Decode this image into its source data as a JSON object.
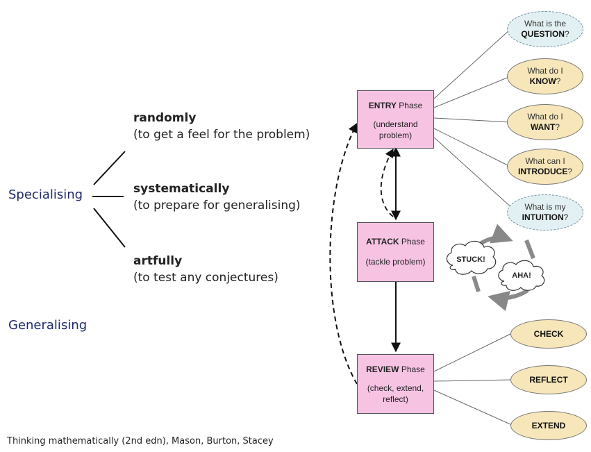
{
  "left": {
    "specialising": "Specialising",
    "generalising": "Generalising",
    "options": [
      {
        "title": "randomly",
        "sub": "(to get a feel for the problem)"
      },
      {
        "title": "systematically",
        "sub": "(to prepare for generalising)"
      },
      {
        "title": "artfully",
        "sub": "(to test any conjectures)"
      }
    ]
  },
  "phases": {
    "entry": {
      "bold": "ENTRY",
      "rest": " Phase",
      "sub1": "(understand",
      "sub2": "problem)"
    },
    "attack": {
      "bold": "ATTACK",
      "rest": " Phase",
      "sub1": "(tackle problem)"
    },
    "review": {
      "bold": "REVIEW",
      "rest": " Phase",
      "sub1": "(check, extend,",
      "sub2": "reflect)"
    }
  },
  "entry_ovals": [
    {
      "line1": "What is the",
      "bold": "QUESTION",
      "tail": "?"
    },
    {
      "line1": "What do I",
      "bold": "KNOW",
      "tail": "?"
    },
    {
      "line1": "What do I",
      "bold": "WANT",
      "tail": "?"
    },
    {
      "line1": "What can I",
      "bold": "INTRODUCE",
      "tail": "?"
    },
    {
      "line1": "What is my",
      "bold": "INTUITION",
      "tail": "?"
    }
  ],
  "review_ovals": [
    "CHECK",
    "REFLECT",
    "EXTEND"
  ],
  "clouds": {
    "stuck": "STUCK!",
    "aha": "AHA!"
  },
  "citation": "Thinking mathematically (2nd edn), Mason, Burton, Stacey"
}
